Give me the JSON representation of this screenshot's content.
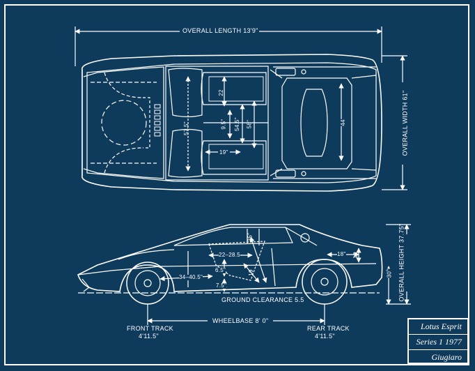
{
  "colors": {
    "background": "#0e3a5c",
    "lines": "#ffffff"
  },
  "top_view": {
    "overall_length": "OVERALL LENGTH 13'9\"",
    "overall_width": "OVERALL WIDTH 61\"",
    "dims": {
      "d22": "22",
      "d575": "57.5\"",
      "d95": "9.5\"",
      "d545": "54.5\"",
      "d58": "58\"",
      "d19": "19\"",
      "d44": "44"
    }
  },
  "side_view": {
    "overall_height": "OVERALL HEIGHT 37.75\"",
    "dims": {
      "d35": "35\"",
      "d22_285": "22–28.5",
      "d18": "18\"",
      "d10": "10",
      "d65": "6.5\"",
      "d34_405": "34–40.5\"",
      "d19": "19",
      "d75": "7.5\"",
      "d30": "30\""
    },
    "ground_clearance": "GROUND CLEARANCE 5.5",
    "wheelbase": "WHEELBASE 8' 0\"",
    "front_track": {
      "title": "FRONT TRACK",
      "value": "4'11.5\""
    },
    "rear_track": {
      "title": "REAR TRACK",
      "value": "4'11.5\""
    }
  },
  "title_block": {
    "line1": "Lotus Esprit",
    "line2": "Series 1 1977",
    "line3": "Giugiaro"
  }
}
